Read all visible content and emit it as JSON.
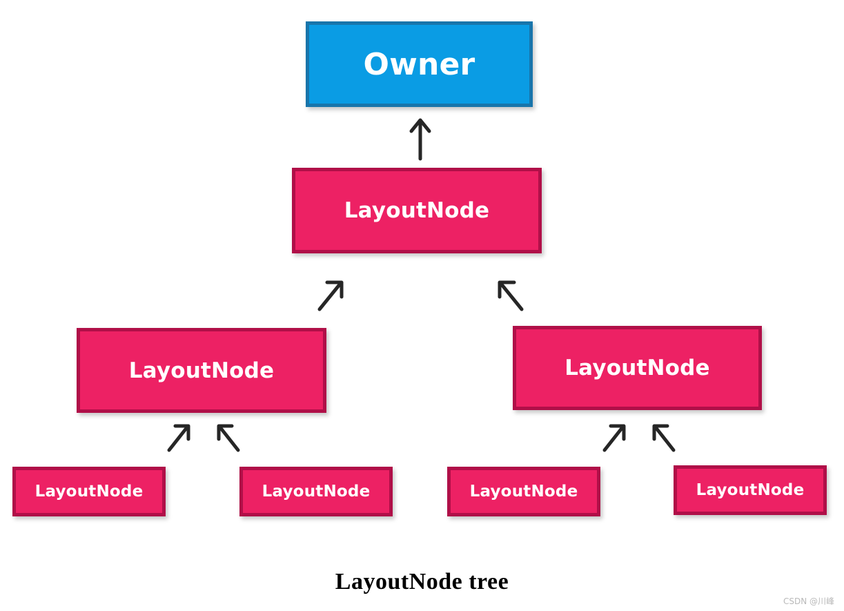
{
  "diagram": {
    "caption": "LayoutNode tree",
    "watermark": "CSDN @川峰",
    "background": "#ffffff",
    "colors": {
      "owner_fill": "#0a9ce4",
      "owner_border": "#1875ab",
      "layout_fill": "#ed2164",
      "layout_border": "#b00f48",
      "arrow": "#262626",
      "text": "#ffffff",
      "caption_text": "#000000",
      "watermark_text": "#b9b9b9"
    },
    "nodes": [
      {
        "id": "owner",
        "label": "Owner",
        "level": 0,
        "type": "owner"
      },
      {
        "id": "l1",
        "label": "LayoutNode",
        "level": 1,
        "type": "layout"
      },
      {
        "id": "l2a",
        "label": "LayoutNode",
        "level": 2,
        "type": "layout"
      },
      {
        "id": "l2b",
        "label": "LayoutNode",
        "level": 2,
        "type": "layout"
      },
      {
        "id": "l3a",
        "label": "LayoutNode",
        "level": 3,
        "type": "layout"
      },
      {
        "id": "l3b",
        "label": "LayoutNode",
        "level": 3,
        "type": "layout"
      },
      {
        "id": "l3c",
        "label": "LayoutNode",
        "level": 3,
        "type": "layout"
      },
      {
        "id": "l3d",
        "label": "LayoutNode",
        "level": 3,
        "type": "layout"
      }
    ],
    "edges": [
      {
        "from": "l1",
        "to": "owner",
        "direction": "up"
      },
      {
        "from": "l2a",
        "to": "l1",
        "direction": "up-right"
      },
      {
        "from": "l2b",
        "to": "l1",
        "direction": "up-left"
      },
      {
        "from": "l3a",
        "to": "l2a",
        "direction": "up-right"
      },
      {
        "from": "l3b",
        "to": "l2a",
        "direction": "up-left"
      },
      {
        "from": "l3c",
        "to": "l2b",
        "direction": "up-right"
      },
      {
        "from": "l3d",
        "to": "l2b",
        "direction": "up-left"
      }
    ]
  }
}
